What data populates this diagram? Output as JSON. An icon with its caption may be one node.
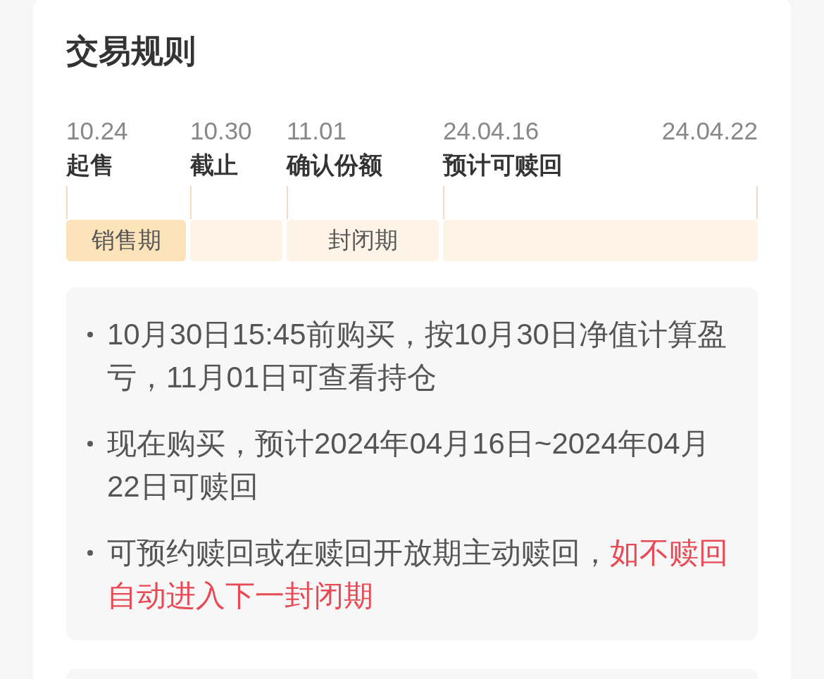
{
  "diagram": {
    "title": "交易规则",
    "nodes": [
      {
        "text": [
          "销售期"
        ],
        "beside": [
          "10.24",
          "起售"
        ]
      },
      {
        "text": [],
        "shape": "bar",
        "beside": [
          "10.30",
          "截止"
        ]
      },
      {
        "text": [
          "封闭期"
        ],
        "beside": [
          "11.01",
          "确认份额"
        ]
      },
      {
        "text": [],
        "shape": "bar",
        "beside": [
          "24.04.16",
          "预计可赎回",
          "24.04.22"
        ]
      },
      {
        "text": [
          "10月30日15:45前购买，按10月30日净值计算盈亏，11月01日可查看持仓",
          "现在购买，预计2024年04月16日~2024年04月22日可赎回",
          "可预约赎回或在赎回开放期主动赎回，**如不赎回自动进入下一封闭期**"
        ]
      }
    ]
  }
}
